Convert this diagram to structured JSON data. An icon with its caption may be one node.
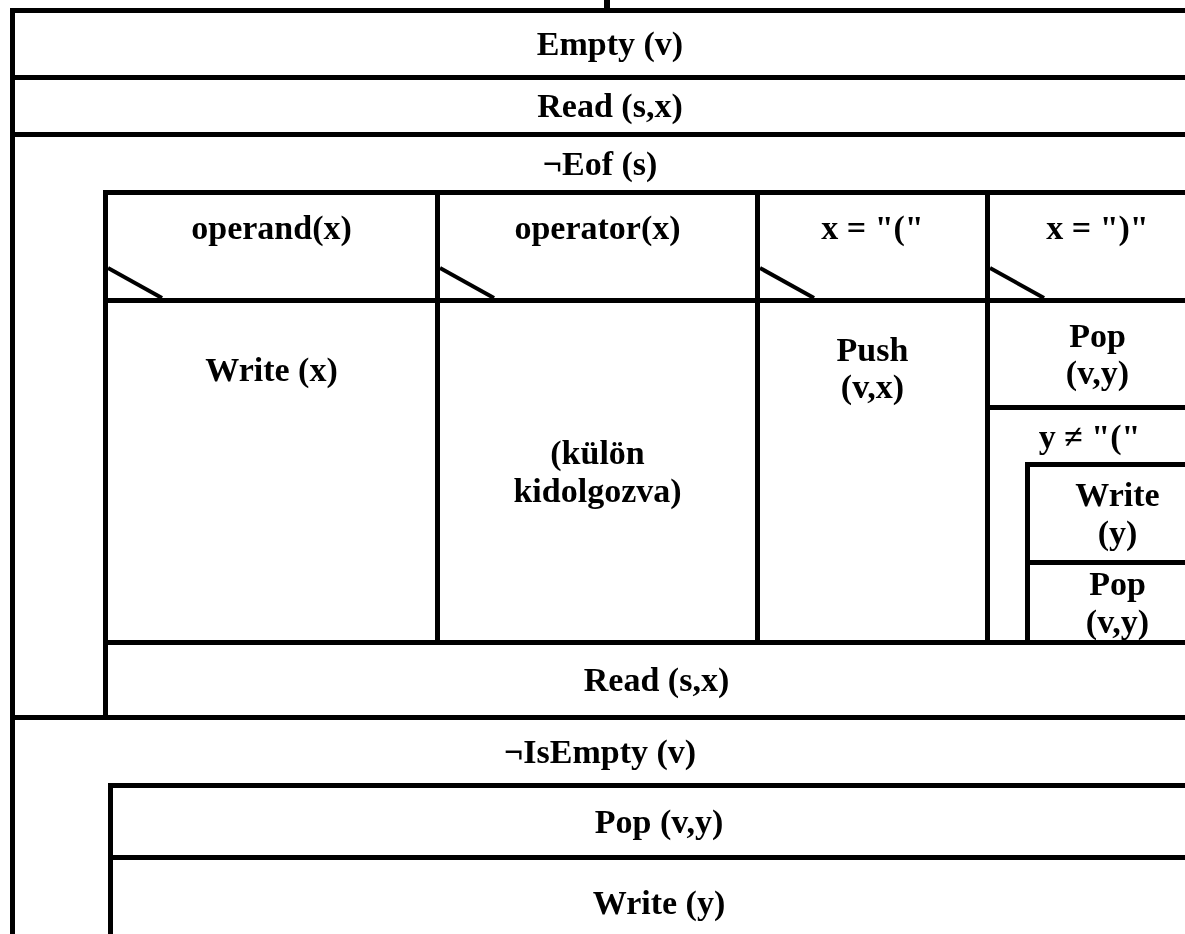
{
  "diagram": {
    "nodes": [
      {
        "text": [
          "Empty (v)"
        ]
      },
      {
        "text": [
          "Read (s,x)"
        ]
      },
      {
        "text": [
          "¬Eof (s)"
        ]
      },
      {
        "text": [
          "operand(x)"
        ],
        "in": 2
      },
      {
        "text": [
          "operator(x)"
        ],
        "in": 2
      },
      {
        "text": [
          "x = \"(\""
        ],
        "in": 2
      },
      {
        "text": [
          "x = \")\""
        ],
        "in": 2
      },
      {
        "text": [
          "Write (x)"
        ],
        "in": 2
      },
      {
        "text": [
          "(külön kidolgozva)"
        ],
        "in": 2
      },
      {
        "text": [
          "Push (v,x)"
        ],
        "in": 2
      },
      {
        "text": [
          "Pop (v,y)"
        ],
        "in": 2
      },
      {
        "text": [
          "y ≠ \"(\""
        ],
        "in": 2
      },
      {
        "text": [
          "Write (y)"
        ],
        "in": 11
      },
      {
        "text": [
          "Pop (v,y)"
        ],
        "in": 11
      },
      {
        "text": [
          "Read (s,x)"
        ],
        "in": 2
      },
      {
        "text": [
          "¬IsEmpty (v)"
        ]
      },
      {
        "text": [
          "Pop (v,y)"
        ],
        "in": 15
      },
      {
        "text": [
          "Write (y)"
        ],
        "in": 15
      }
    ]
  }
}
